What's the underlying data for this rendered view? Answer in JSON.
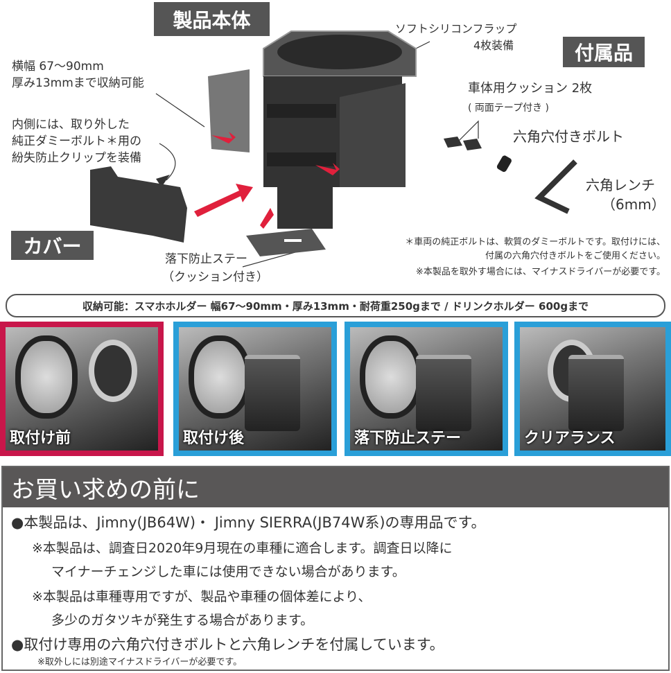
{
  "labels": {
    "product_body": "製品本体",
    "accessories": "付属品",
    "cover": "カバー"
  },
  "annotations": {
    "width_line1": "横幅 67〜90mm",
    "width_line2": "厚み13mmまで収納可能",
    "inner_line1": "内側には、取り外した",
    "inner_line2": "純正ダミーボルト＊用の",
    "inner_line3": "紛失防止クリップを装備",
    "flap_line1": "ソフトシリコンフラップ",
    "flap_line2": "4枚装備",
    "stay_line1": "落下防止ステー",
    "stay_line2": "（クッション付き）",
    "cushion_line1": "車体用クッション 2枚",
    "cushion_line2": "( 両面テープ付き )",
    "bolt": "六角穴付きボルト",
    "wrench_line1": "六角レンチ",
    "wrench_line2": "（6mm）"
  },
  "notes": [
    "＊車両の純正ボルトは、軟質のダミーボルトです。取付けには、",
    "付属の六角穴付きボルトをご使用ください。",
    "※本製品を取外す場合には、マイナスドライバーが必要です。"
  ],
  "spec_bar": "収納可能：スマホホルダー 幅67〜90mm・厚み13mm・耐荷重250gまで / ドリンクホルダー 600gまで",
  "photos": [
    {
      "label": "取付け前",
      "border": "#c8164a"
    },
    {
      "label": "取付け後",
      "border": "#2a9fd8"
    },
    {
      "label": "落下防止ステー",
      "border": "#2a9fd8"
    },
    {
      "label": "クリアランス",
      "border": "#2a9fd8"
    }
  ],
  "before_purchase": {
    "title": "お買い求めの前に",
    "lines": [
      "●本製品は、Jimny(JB64W)・ Jimny SIERRA(JB74W系)の専用品です。",
      "※本製品は、調査日2020年9月現在の車種に適合します。調査日以降に",
      "マイナーチェンジした車には使用できない場合があります。",
      "※本製品は車種専用ですが、製品や車種の個体差により、",
      "多少のガタツキが発生する場合があります。",
      "●取付け専用の六角穴付きボルトと六角レンチを付属しています。",
      "※取外しには別途マイナスドライバーが必要です。"
    ]
  },
  "colors": {
    "accent_red": "#e0203c",
    "tag_bg": "#555555",
    "photo_blue": "#2a9fd8",
    "photo_crimson": "#c8164a"
  }
}
